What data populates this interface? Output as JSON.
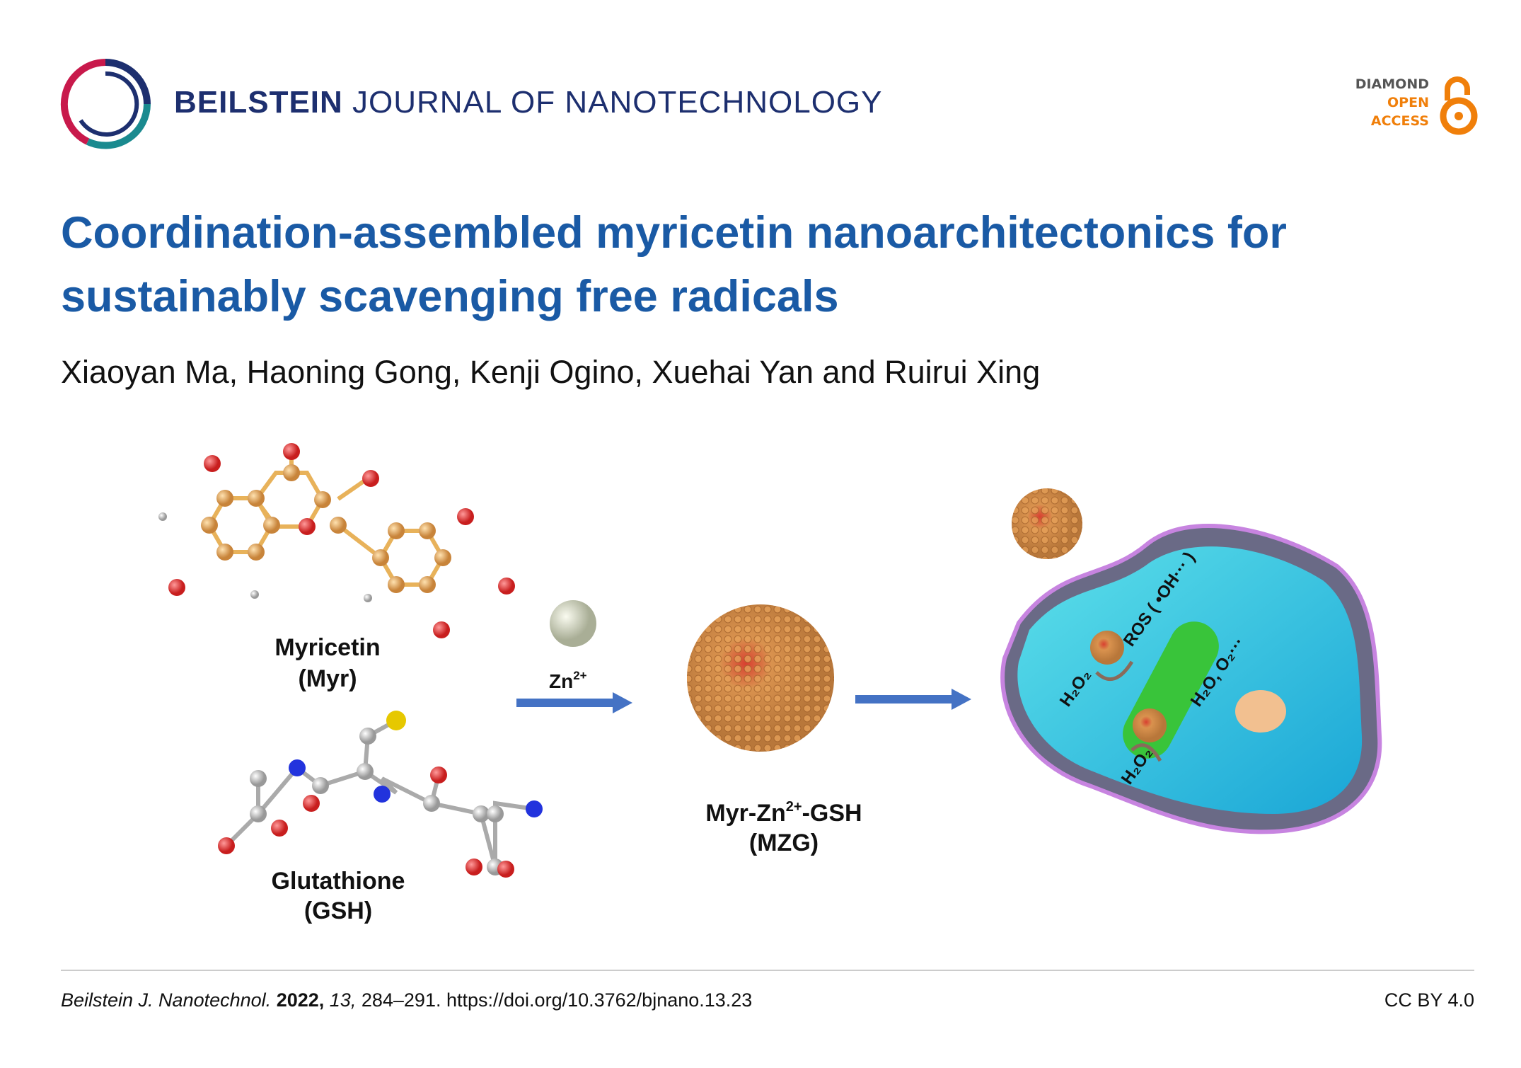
{
  "header": {
    "journal_bold": "BEILSTEIN",
    "journal_rest": "JOURNAL OF NANOTECHNOLOGY",
    "oa_line1": "DIAMOND",
    "oa_line2": "OPEN",
    "oa_line3": "ACCESS"
  },
  "article": {
    "title_line1": "Coordination-assembled myricetin nanoarchitectonics for",
    "title_line2": "sustainably scavenging free radicals",
    "authors": "Xiaoyan Ma, Haoning Gong, Kenji Ogino, Xuehai Yan and Ruirui Xing"
  },
  "figure": {
    "myr_name": "Myricetin",
    "myr_abbr": "(Myr)",
    "gsh_name": "Glutathione",
    "gsh_abbr": "(GSH)",
    "zn_label": "Zn",
    "zn_charge": "2+",
    "mzg_a": "Myr-Zn",
    "mzg_charge": "2+",
    "mzg_b": "-GSH",
    "mzg_abbr": "(MZG)",
    "ros_label": "ROS ( •OH··· )",
    "h2o2_label": "H₂O₂",
    "products_label": "H₂O, O₂···"
  },
  "footer": {
    "journal": "Beilstein J. Nanotechnol.",
    "year": "2022,",
    "volume": "13,",
    "pages": "284–291.",
    "doi": "https://doi.org/10.3762/bjnano.13.23",
    "license": "CC BY 4.0"
  },
  "colors": {
    "title": "#1a5aa5",
    "journal": "#1d2f6f",
    "oa_orange": "#f07f0a",
    "arrow": "#4472c4"
  }
}
